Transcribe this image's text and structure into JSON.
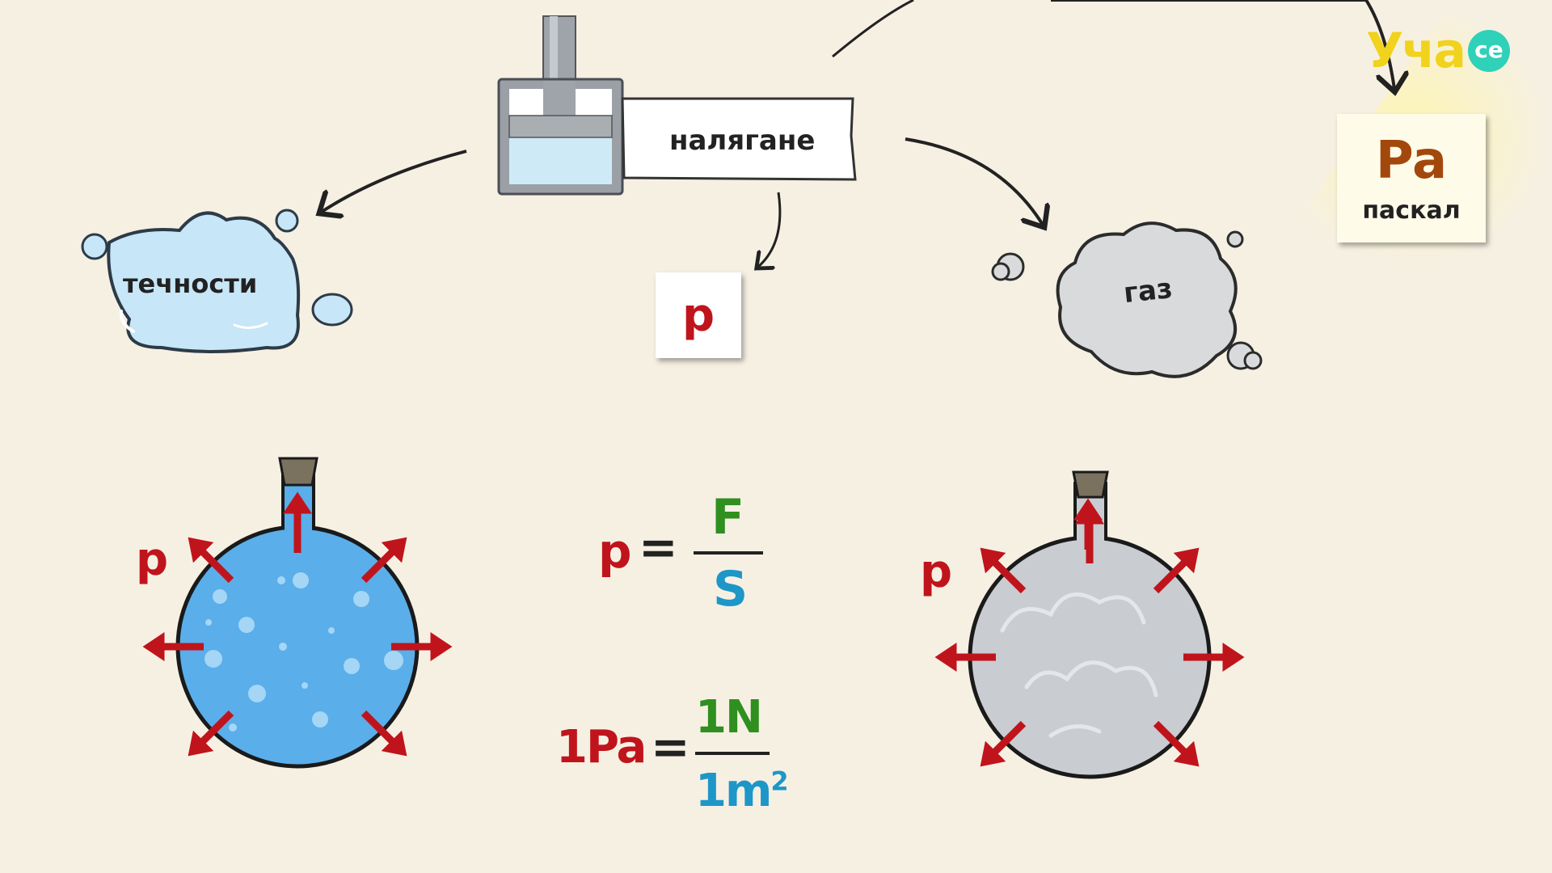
{
  "top": {
    "pressure_label": "налягане",
    "liquids_label": "течности",
    "gas_label": "газ",
    "symbol_p": "p"
  },
  "unit_card": {
    "symbol": "Pa",
    "name": "паскал"
  },
  "logo": {
    "text": "Уча",
    "badge": "се"
  },
  "formula1": {
    "left": "p",
    "equals": "=",
    "numerator": "F",
    "denominator": "S"
  },
  "formula2": {
    "left": "1Pa",
    "equals": "=",
    "numerator": "1N",
    "denominator_base": "1m",
    "denominator_exp": "2"
  },
  "flask_labels": {
    "liquid_p": "p",
    "gas_p": "p"
  },
  "colors": {
    "background": "#f6f0e3",
    "red": "#c0141c",
    "green": "#2f8f1f",
    "blue": "#1d96c8",
    "liquid": "#5aaeea",
    "gas": "#c9ccd1",
    "logo_yellow": "#f1d21c",
    "logo_teal": "#2fd1b8"
  }
}
